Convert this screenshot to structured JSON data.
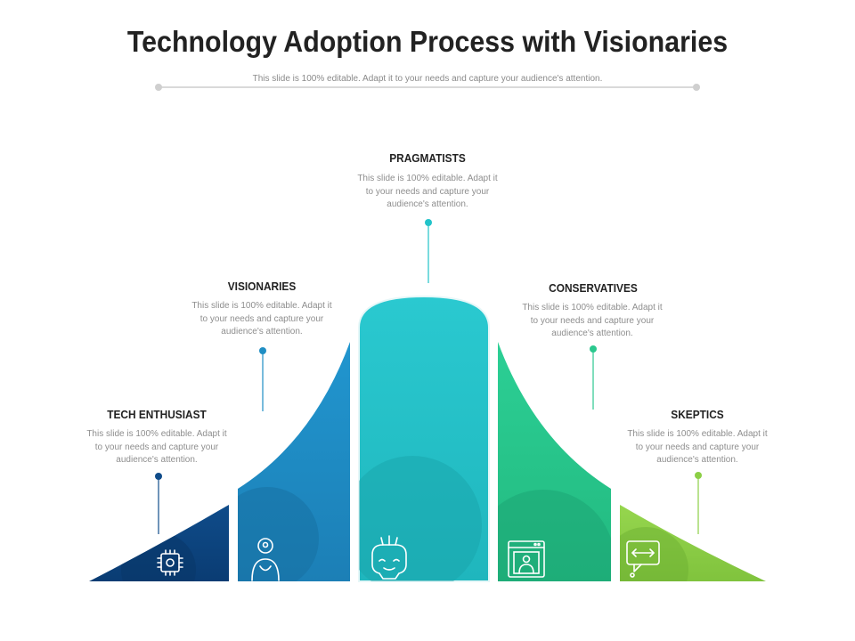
{
  "header": {
    "title": "Technology Adoption Process with Visionaries",
    "subtitle": "This slide is 100% editable. Adapt it to your needs and capture your audience's attention."
  },
  "stages": [
    {
      "title": "TECH ENTHUSIAST",
      "description": "This slide is 100% editable. Adapt it to your needs and capture your audience's attention.",
      "icon": "chip-icon",
      "color": "#0f4c8a"
    },
    {
      "title": "VISIONARIES",
      "description": "This slide is 100% editable. Adapt it to your needs and capture your audience's attention.",
      "icon": "person-icon",
      "color": "#1f8ec4"
    },
    {
      "title": "PRAGMATISTS",
      "description": "This slide is 100% editable. Adapt it to your needs and capture your audience's attention.",
      "icon": "head-idea-icon",
      "color": "#22c3c9"
    },
    {
      "title": "CONSERVATIVES",
      "description": "This slide is 100% editable. Adapt it to your needs and capture your audience's attention.",
      "icon": "browser-user-icon",
      "color": "#2bc88e"
    },
    {
      "title": "SKEPTICS",
      "description": "This slide is 100% editable. Adapt it to your needs and capture your audience's attention.",
      "icon": "chat-arrows-icon",
      "color": "#8ccf46"
    }
  ]
}
